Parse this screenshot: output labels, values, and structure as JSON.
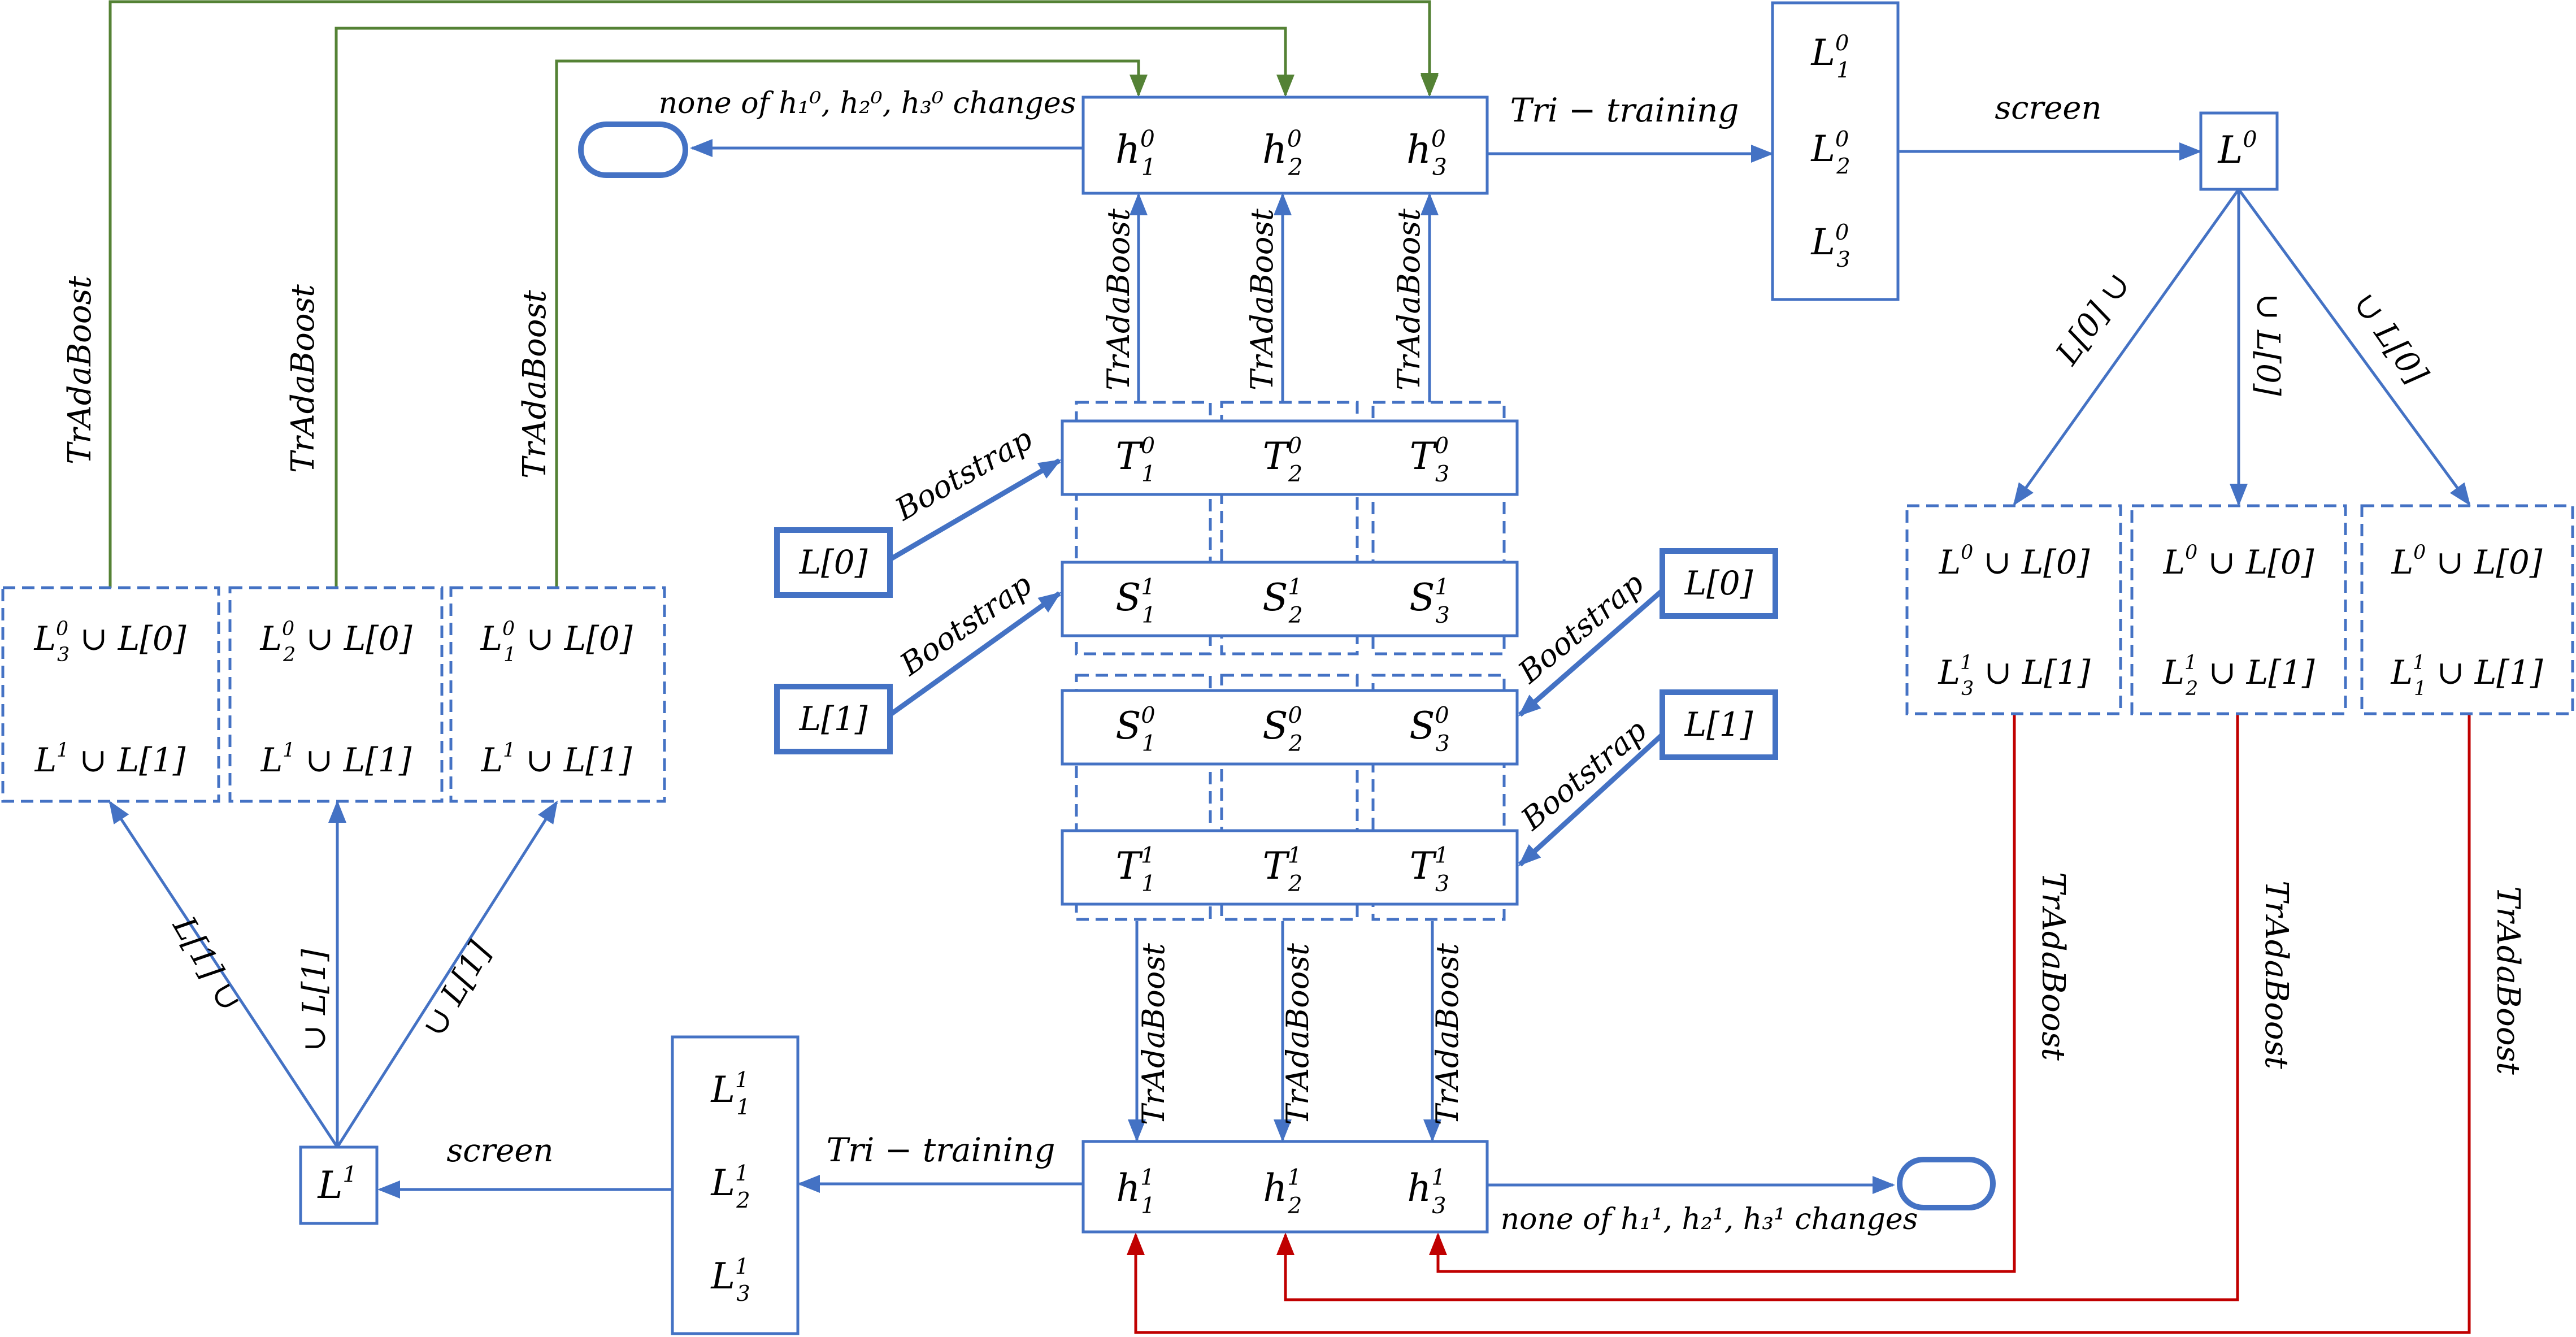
{
  "colors": {
    "blue": "#4472C4",
    "green": "#548235",
    "red": "#C00000"
  },
  "labels": {
    "tradaboost": "TrAdaBoost",
    "bootstrap": "Bootstrap",
    "tri_training": "Tri − training",
    "screen": "screen",
    "none_changes_0": "none of h₁⁰, h₂⁰, h₃⁰ changes",
    "none_changes_1": "none of h₁¹, h₂¹, h₃¹ changes"
  },
  "edge_labels": {
    "l0_left": "L[0] ∪",
    "l0_mid": "∪ L[0]",
    "l0_right": "∪ L[0]",
    "l1_left": "L[1] ∪",
    "l1_mid": "∪ L[1]",
    "l1_right": "∪ L[1]"
  },
  "h0": [
    {
      "base": "h",
      "sub": "1",
      "sup": "0"
    },
    {
      "base": "h",
      "sub": "2",
      "sup": "0"
    },
    {
      "base": "h",
      "sub": "3",
      "sup": "0"
    }
  ],
  "h1": [
    {
      "base": "h",
      "sub": "1",
      "sup": "1"
    },
    {
      "base": "h",
      "sub": "2",
      "sup": "1"
    },
    {
      "base": "h",
      "sub": "3",
      "sup": "1"
    }
  ],
  "L0_set": [
    {
      "base": "L",
      "sub": "1",
      "sup": "0"
    },
    {
      "base": "L",
      "sub": "2",
      "sup": "0"
    },
    {
      "base": "L",
      "sub": "3",
      "sup": "0"
    }
  ],
  "L1_set": [
    {
      "base": "L",
      "sub": "1",
      "sup": "1"
    },
    {
      "base": "L",
      "sub": "2",
      "sup": "1"
    },
    {
      "base": "L",
      "sub": "3",
      "sup": "1"
    }
  ],
  "L0_box": {
    "base": "L",
    "sub": "",
    "sup": "0"
  },
  "L1_box": {
    "base": "L",
    "sub": "",
    "sup": "1"
  },
  "T0": [
    {
      "base": "T",
      "sub": "1",
      "sup": "0"
    },
    {
      "base": "T",
      "sub": "2",
      "sup": "0"
    },
    {
      "base": "T",
      "sub": "3",
      "sup": "0"
    }
  ],
  "S1": [
    {
      "base": "S",
      "sub": "1",
      "sup": "1"
    },
    {
      "base": "S",
      "sub": "2",
      "sup": "1"
    },
    {
      "base": "S",
      "sub": "3",
      "sup": "1"
    }
  ],
  "S0": [
    {
      "base": "S",
      "sub": "1",
      "sup": "0"
    },
    {
      "base": "S",
      "sub": "2",
      "sup": "0"
    },
    {
      "base": "S",
      "sub": "3",
      "sup": "0"
    }
  ],
  "T1": [
    {
      "base": "T",
      "sub": "1",
      "sup": "1"
    },
    {
      "base": "T",
      "sub": "2",
      "sup": "1"
    },
    {
      "base": "T",
      "sub": "3",
      "sup": "1"
    }
  ],
  "input_boxes": {
    "L0": "L[0]",
    "L1": "L[1]"
  },
  "left_boxes": [
    {
      "top": {
        "base": "L",
        "sub": "3",
        "sup": "0",
        "rest": " ∪ L[0]"
      },
      "bottom": {
        "base": "L",
        "sub": "",
        "sup": "1",
        "rest": " ∪ L[1]"
      }
    },
    {
      "top": {
        "base": "L",
        "sub": "2",
        "sup": "0",
        "rest": " ∪ L[0]"
      },
      "bottom": {
        "base": "L",
        "sub": "",
        "sup": "1",
        "rest": " ∪ L[1]"
      }
    },
    {
      "top": {
        "base": "L",
        "sub": "1",
        "sup": "0",
        "rest": " ∪ L[0]"
      },
      "bottom": {
        "base": "L",
        "sub": "",
        "sup": "1",
        "rest": " ∪ L[1]"
      }
    }
  ],
  "right_boxes": [
    {
      "top": {
        "base": "L",
        "sub": "",
        "sup": "0",
        "rest": " ∪ L[0]"
      },
      "bottom": {
        "base": "L",
        "sub": "3",
        "sup": "1",
        "rest": " ∪ L[1]"
      }
    },
    {
      "top": {
        "base": "L",
        "sub": "",
        "sup": "0",
        "rest": " ∪ L[0]"
      },
      "bottom": {
        "base": "L",
        "sub": "2",
        "sup": "1",
        "rest": " ∪ L[1]"
      }
    },
    {
      "top": {
        "base": "L",
        "sub": "",
        "sup": "0",
        "rest": " ∪ L[0]"
      },
      "bottom": {
        "base": "L",
        "sub": "1",
        "sup": "1",
        "rest": " ∪ L[1]"
      }
    }
  ]
}
